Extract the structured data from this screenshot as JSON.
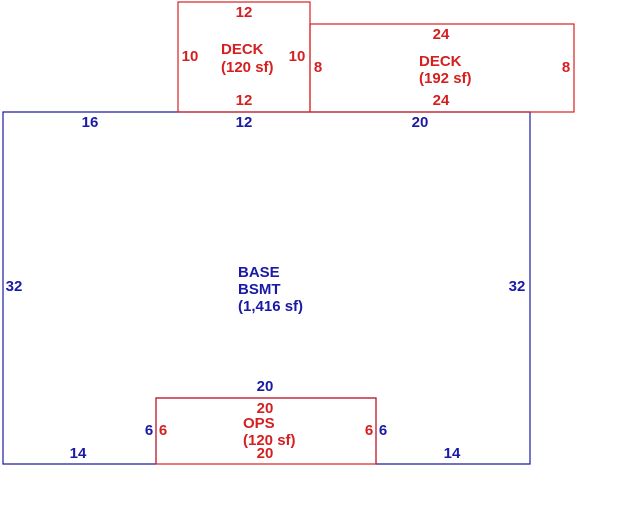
{
  "colors": {
    "base": "#1a1aa8",
    "addition": "#d42020"
  },
  "deck_small": {
    "name": "DECK",
    "area": "(120 sf)",
    "top": "12",
    "bottom": "12",
    "left": "10",
    "right": "10"
  },
  "deck_large": {
    "name": "DECK",
    "area": "(192 sf)",
    "top": "24",
    "bottom": "24",
    "left": "8",
    "right": "8"
  },
  "base": {
    "name_line1": "BASE",
    "name_line2": "BSMT",
    "area": "(1,416 sf)",
    "top_left": "16",
    "top_mid": "12",
    "top_right": "20",
    "left": "32",
    "right": "32",
    "bottom_left": "14",
    "bottom_right": "14",
    "notch_top": "20",
    "notch_left": "6",
    "notch_right": "6"
  },
  "ops": {
    "name": "OPS",
    "area": "(120 sf)",
    "top": "20",
    "bottom": "20",
    "left": "6",
    "right": "6"
  }
}
